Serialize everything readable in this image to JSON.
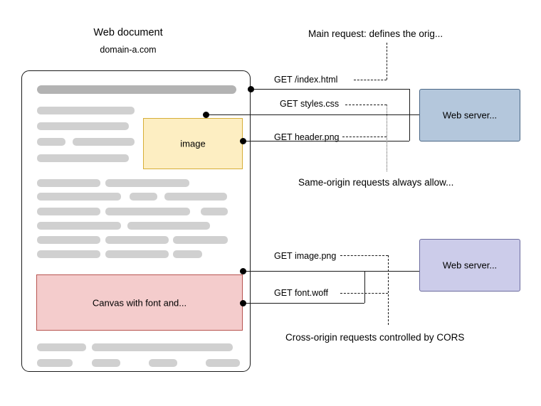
{
  "document": {
    "title": "Web document",
    "domain": "domain-a.com",
    "image_box_label": "image",
    "canvas_box_label": "Canvas with font and...",
    "image_box_color": "#fdeec2",
    "image_box_border": "#d6ae37",
    "canvas_box_color": "#f4cccc",
    "canvas_box_border": "#b85450"
  },
  "notes": {
    "main_request": "Main request: defines the orig...",
    "same_origin": "Same-origin requests always allow...",
    "cross_origin": "Cross-origin requests controlled by CORS"
  },
  "requests": {
    "same_origin": [
      {
        "label": "GET /index.html"
      },
      {
        "label": "GET styles.css"
      },
      {
        "label": "GET header.png"
      }
    ],
    "cross_origin": [
      {
        "label": "GET image.png"
      },
      {
        "label": "GET font.woff"
      }
    ]
  },
  "servers": [
    {
      "label": "Web server...",
      "color": "#b4c7dc",
      "border": "#4a6785"
    },
    {
      "label": "Web server...",
      "color": "#ccccea",
      "border": "#6c6c9e"
    }
  ],
  "placeholder_bars": {
    "title_color": "#b3b3b3",
    "body_color": "#d0d0d0"
  }
}
